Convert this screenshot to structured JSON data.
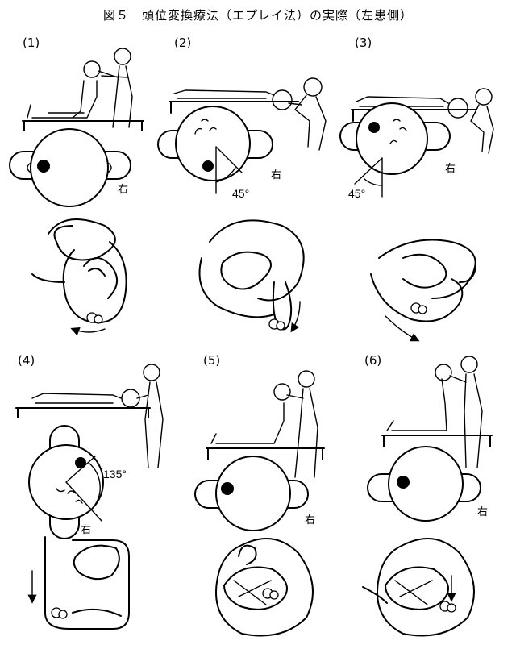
{
  "title": "図５　頭位変換療法（エプレイ法）の実際（左患側）",
  "steps": [
    {
      "label": "(1)",
      "direction": "右"
    },
    {
      "label": "(2)",
      "direction": "右",
      "angle": "45°"
    },
    {
      "label": "(3)",
      "direction": "右",
      "angle": "45°"
    },
    {
      "label": "(4)",
      "direction": "右",
      "angle": "135°"
    },
    {
      "label": "(5)",
      "direction": "右"
    },
    {
      "label": "(6)",
      "direction": "右"
    }
  ]
}
